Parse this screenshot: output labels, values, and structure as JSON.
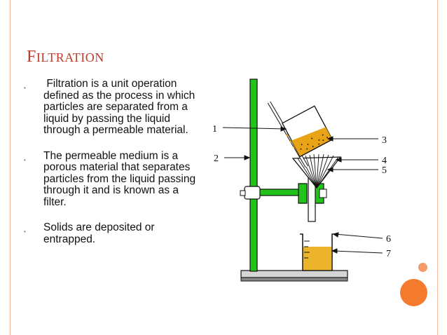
{
  "slide": {
    "title_cap": "F",
    "title_rest": "ILTRATION",
    "bullets": [
      " Filtration is a unit operation defined as the process in which particles are separated from a liquid by passing the liquid through a permeable material.",
      "The permeable medium is a porous material that separates particles from the liquid passing through it and is known as a filter.",
      "Solids are deposited or entrapped."
    ],
    "bullet_symbol": "•"
  },
  "diagram": {
    "labels": [
      "1",
      "2",
      "3",
      "4",
      "5",
      "6",
      "7"
    ],
    "colors": {
      "stand": "#22c41a",
      "liquid": "#e8a316",
      "filtrate": "#ebb42a",
      "base": "#cfcfcf"
    }
  },
  "theme": {
    "title_color": "#c0392b",
    "frame_color": "#f2b99a",
    "accent_circle_large": "#f47a2e",
    "accent_circle_small": "#f39b6b"
  }
}
